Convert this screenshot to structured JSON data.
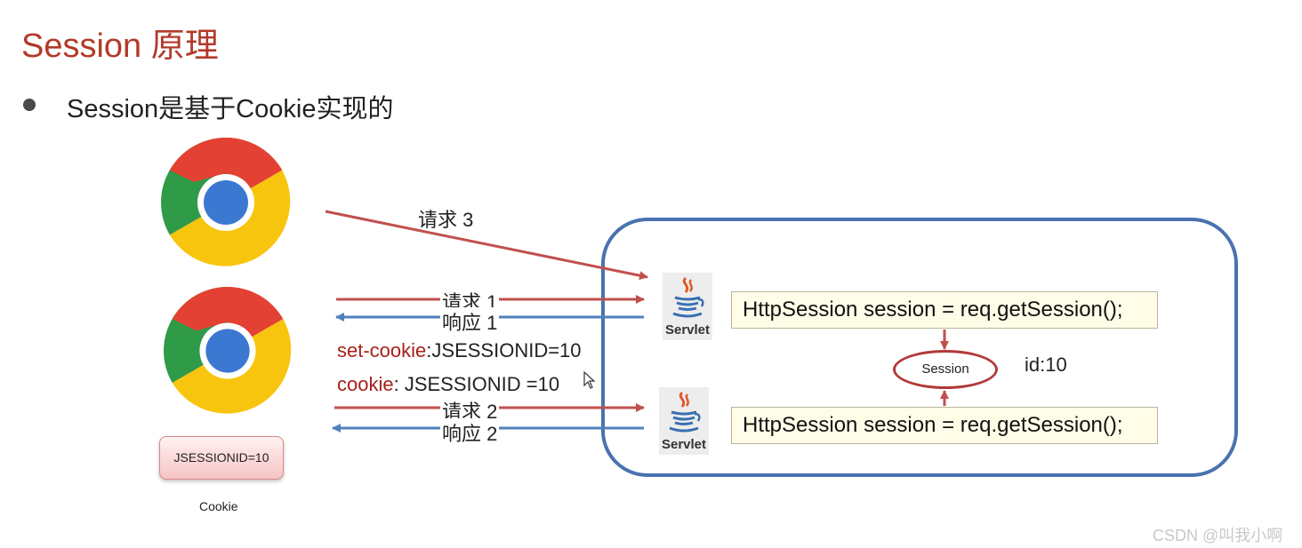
{
  "title": "Session 原理",
  "bullet": "Session是基于Cookie实现的",
  "arrows": {
    "request3": "请求 3",
    "request1": "请求 1",
    "response1": "响应 1",
    "request2": "请求 2",
    "response2": "响应 2"
  },
  "headers": {
    "set_cookie_key": "set-cookie",
    "set_cookie_value": ":JSESSIONID=10",
    "cookie_key": "cookie",
    "cookie_value": ": JSESSIONID =10"
  },
  "server": {
    "code_line_1": "HttpSession session = req.getSession();",
    "code_line_2": "HttpSession session = req.getSession();",
    "servlet_label": "Servlet",
    "session_label": "Session",
    "session_id": "id:10"
  },
  "cookie": {
    "badge_text": "JSESSIONID=10",
    "caption": "Cookie"
  },
  "watermark": "CSDN @叫我小啊",
  "colors": {
    "title": "#b23a2a",
    "request_arrow": "#c0504d",
    "response_arrow": "#4f81bd",
    "server_border": "#4a72b0"
  },
  "icons": [
    "chrome-browser-icon",
    "java-servlet-icon",
    "mouse-cursor-icon"
  ]
}
